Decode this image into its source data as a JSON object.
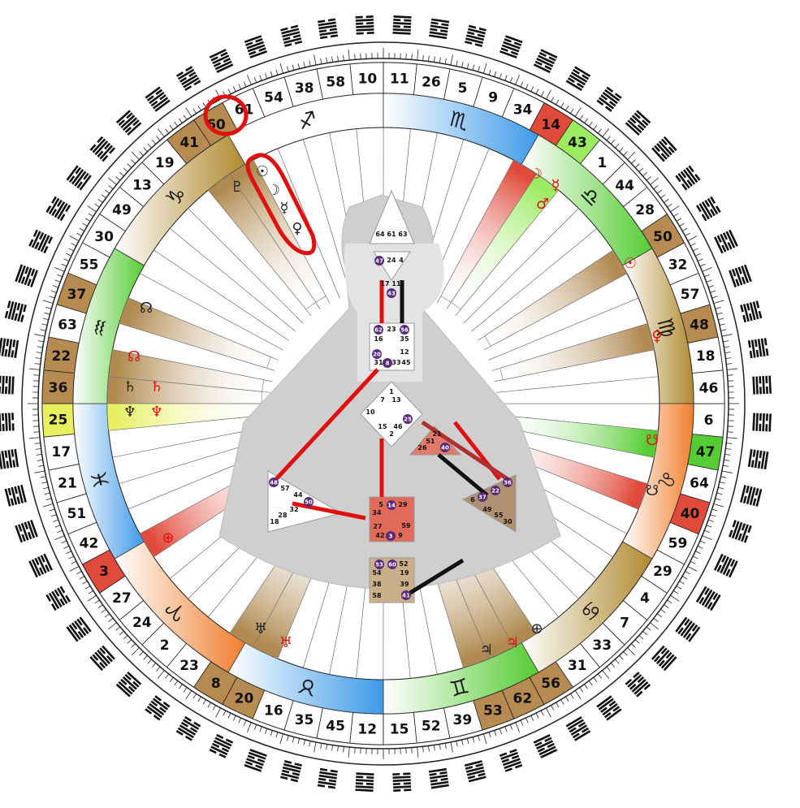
{
  "outer_gates": [
    "10",
    "11",
    "26",
    "5",
    "9",
    "34",
    "14",
    "43",
    "1",
    "44",
    "28",
    "50",
    "32",
    "57",
    "48",
    "18",
    "46",
    "6",
    "47",
    "64",
    "40",
    "59",
    "29",
    "4",
    "7",
    "33",
    "31",
    "56",
    "62",
    "53",
    "39",
    "52",
    "15",
    "12",
    "45",
    "35",
    "16",
    "20",
    "8",
    "23",
    "2",
    "24",
    "27",
    "3",
    "42",
    "51",
    "21",
    "17",
    "25",
    "36",
    "22",
    "63",
    "37",
    "55",
    "30",
    "49",
    "13",
    "19",
    "41",
    "60",
    "61",
    "54",
    "38",
    "58"
  ],
  "highlighted_gates": [
    {
      "gate": "14",
      "color": "#e04a3a"
    },
    {
      "gate": "43",
      "color": "#9bea60"
    },
    {
      "gate": "50",
      "color": "#b68a50"
    },
    {
      "gate": "48",
      "color": "#b68a50"
    },
    {
      "gate": "47",
      "color": "#55cc33"
    },
    {
      "gate": "40",
      "color": "#e04a3a"
    },
    {
      "gate": "56",
      "color": "#b68a50"
    },
    {
      "gate": "62",
      "color": "#b68a50"
    },
    {
      "gate": "53",
      "color": "#b68a50"
    },
    {
      "gate": "20",
      "color": "#b68a50"
    },
    {
      "gate": "8",
      "color": "#b68a50"
    },
    {
      "gate": "3",
      "color": "#e04a3a"
    },
    {
      "gate": "25",
      "color": "#e8f060"
    },
    {
      "gate": "36",
      "color": "#b68a50"
    },
    {
      "gate": "22",
      "color": "#b68a50"
    },
    {
      "gate": "37",
      "color": "#b68a50"
    },
    {
      "gate": "41",
      "color": "#b68a50"
    },
    {
      "gate": "60",
      "color": "#b68a50"
    }
  ],
  "zodiac_signs": [
    {
      "name": "capricorn",
      "glyph": "♑"
    },
    {
      "name": "sagittarius",
      "glyph": "♐"
    },
    {
      "name": "scorpio",
      "glyph": "♏"
    },
    {
      "name": "libra",
      "glyph": "♎"
    },
    {
      "name": "virgo",
      "glyph": "♍"
    },
    {
      "name": "leo",
      "glyph": "♌"
    },
    {
      "name": "cancer",
      "glyph": "♋"
    },
    {
      "name": "gemini",
      "glyph": "♊"
    },
    {
      "name": "taurus",
      "glyph": "♉"
    },
    {
      "name": "aries",
      "glyph": "♈"
    },
    {
      "name": "pisces",
      "glyph": "♓"
    },
    {
      "name": "aquarius",
      "glyph": "♒"
    }
  ],
  "planets": {
    "sun": "☉",
    "moon": "☽",
    "mercury": "☿",
    "venus": "♀",
    "mars": "♂",
    "jupiter": "♃",
    "saturn": "♄",
    "uranus": "♅",
    "neptune": "♆",
    "pluto": "♇",
    "north_node": "☊",
    "south_node": "☋",
    "earth": "⊕"
  },
  "colors": {
    "red": "#e04a3a",
    "tan": "#b68a50",
    "green": "#55cc33",
    "lightgreen": "#b8ef80",
    "blue": "#3d9ae8",
    "orange": "#f08030",
    "yellow": "#e8f060",
    "purple": "#5a2a7a",
    "annotation": "#e01010"
  },
  "center_gates": {
    "head": [
      "64",
      "61",
      "63"
    ],
    "ajna": [
      "47",
      "24",
      "4",
      "17",
      "11",
      "43"
    ],
    "throat": [
      "62",
      "23",
      "56",
      "16",
      "35",
      "20",
      "31",
      "8",
      "33",
      "45",
      "12"
    ],
    "g": [
      "1",
      "7",
      "13",
      "10",
      "15",
      "2",
      "46",
      "25"
    ],
    "heart": [
      "21",
      "51",
      "26",
      "40"
    ],
    "spleen": [
      "48",
      "57",
      "44",
      "50",
      "32",
      "28",
      "18"
    ],
    "sacral": [
      "5",
      "14",
      "29",
      "34",
      "27",
      "42",
      "3",
      "9",
      "59"
    ],
    "solar": [
      "36",
      "22",
      "37",
      "6",
      "49",
      "55",
      "30"
    ],
    "root": [
      "53",
      "60",
      "52",
      "54",
      "19",
      "38",
      "39",
      "58",
      "41"
    ]
  }
}
